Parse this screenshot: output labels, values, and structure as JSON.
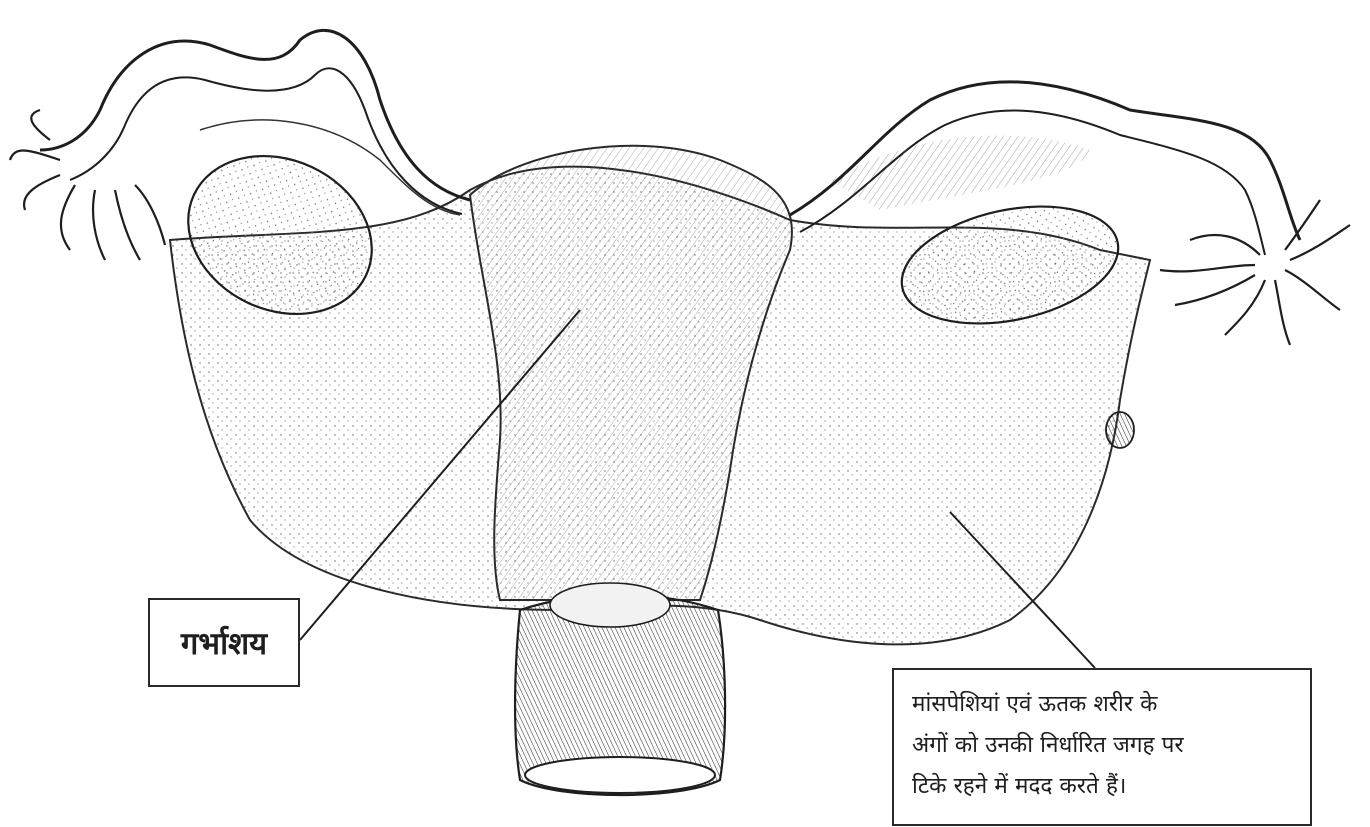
{
  "diagram": {
    "labels": {
      "uterus": "गर्भाशय",
      "tissue_note_lines": [
        "मांसपेशियां एवं ऊतक शरीर के",
        "अंगों को उनकी निर्धारित जगह पर",
        "टिके रहने में मदद करते हैं।"
      ]
    },
    "colors": {
      "ink": "#1e1e1e",
      "paper": "#ffffff"
    }
  }
}
